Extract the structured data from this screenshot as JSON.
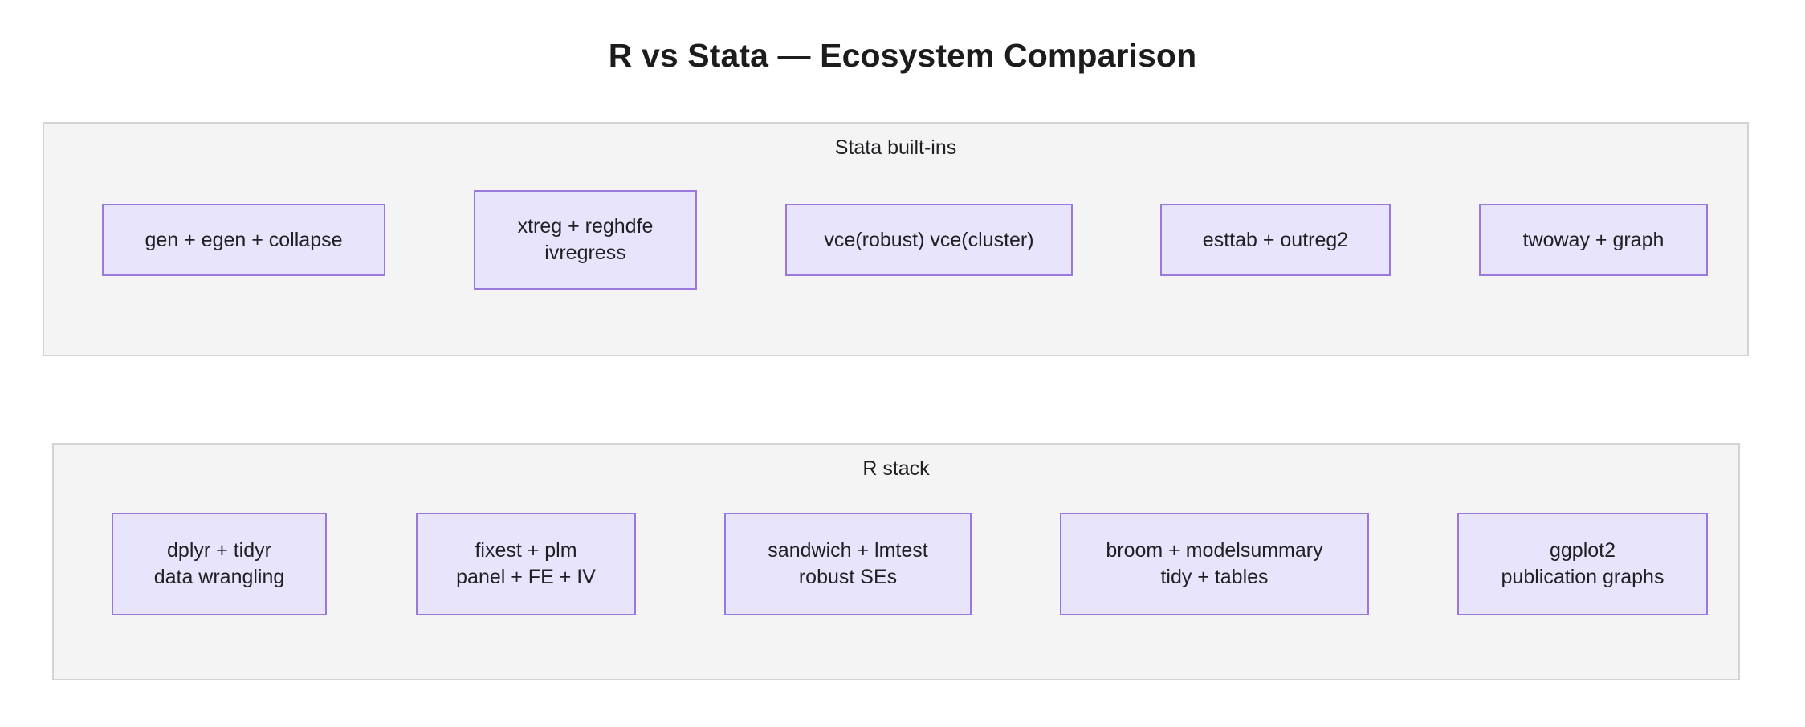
{
  "title": "R vs Stata — Ecosystem Comparison",
  "theme": {
    "node_fill": "#e8e4fb",
    "node_border": "#9a78dd",
    "subgraph_fill": "#f4f4f4",
    "subgraph_border": "#d3d3d3",
    "text": "#1f2023",
    "page_background": "#ffffff"
  },
  "subgraphs": [
    {
      "id": "stata",
      "label": "Stata built-ins",
      "nodes": [
        {
          "id": "gen",
          "line1": "gen + egen + collapse",
          "line2": ""
        },
        {
          "id": "xtreg",
          "line1": "xtreg + reghdfe",
          "line2": "ivregress"
        },
        {
          "id": "vce",
          "line1": "vce(robust) vce(cluster)",
          "line2": ""
        },
        {
          "id": "esttab",
          "line1": "esttab + outreg2",
          "line2": ""
        },
        {
          "id": "twoway",
          "line1": "twoway + graph",
          "line2": ""
        }
      ]
    },
    {
      "id": "r",
      "label": "R stack",
      "nodes": [
        {
          "id": "dplyr",
          "line1": "dplyr + tidyr",
          "line2": "data wrangling"
        },
        {
          "id": "fixest",
          "line1": "fixest + plm",
          "line2": "panel + FE + IV"
        },
        {
          "id": "sandwich",
          "line1": "sandwich + lmtest",
          "line2": "robust SEs"
        },
        {
          "id": "broom",
          "line1": "broom + modelsummary",
          "line2": "tidy + tables"
        },
        {
          "id": "ggplot2",
          "line1": "ggplot2",
          "line2": "publication graphs"
        }
      ]
    }
  ]
}
